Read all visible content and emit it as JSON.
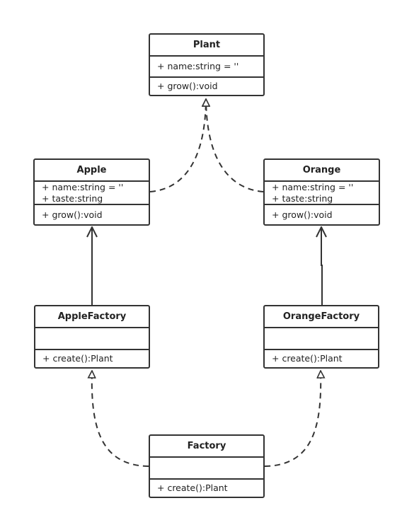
{
  "classes": {
    "plant": {
      "name": "Plant",
      "attributes": [
        "+ name:string = ''"
      ],
      "operations": [
        "+ grow():void"
      ]
    },
    "apple": {
      "name": "Apple",
      "attributes": [
        "+ name:string = ''",
        "+ taste:string"
      ],
      "operations": [
        "+ grow():void"
      ]
    },
    "orange": {
      "name": "Orange",
      "attributes": [
        "+ name:string = ''",
        "+ taste:string"
      ],
      "operations": [
        "+ grow():void"
      ]
    },
    "apple_factory": {
      "name": "AppleFactory",
      "attributes": [],
      "operations": [
        "+ create():Plant"
      ]
    },
    "orange_factory": {
      "name": "OrangeFactory",
      "attributes": [],
      "operations": [
        "+ create():Plant"
      ]
    },
    "factory": {
      "name": "Factory",
      "attributes": [],
      "operations": [
        "+ create():Plant"
      ]
    }
  },
  "relations": [
    {
      "from": "apple",
      "to": "plant",
      "kind": "realization"
    },
    {
      "from": "orange",
      "to": "plant",
      "kind": "realization"
    },
    {
      "from": "apple_factory",
      "to": "apple",
      "kind": "association"
    },
    {
      "from": "orange_factory",
      "to": "orange",
      "kind": "association"
    },
    {
      "from": "factory",
      "to": "apple_factory",
      "kind": "realization"
    },
    {
      "from": "factory",
      "to": "orange_factory",
      "kind": "realization"
    }
  ]
}
